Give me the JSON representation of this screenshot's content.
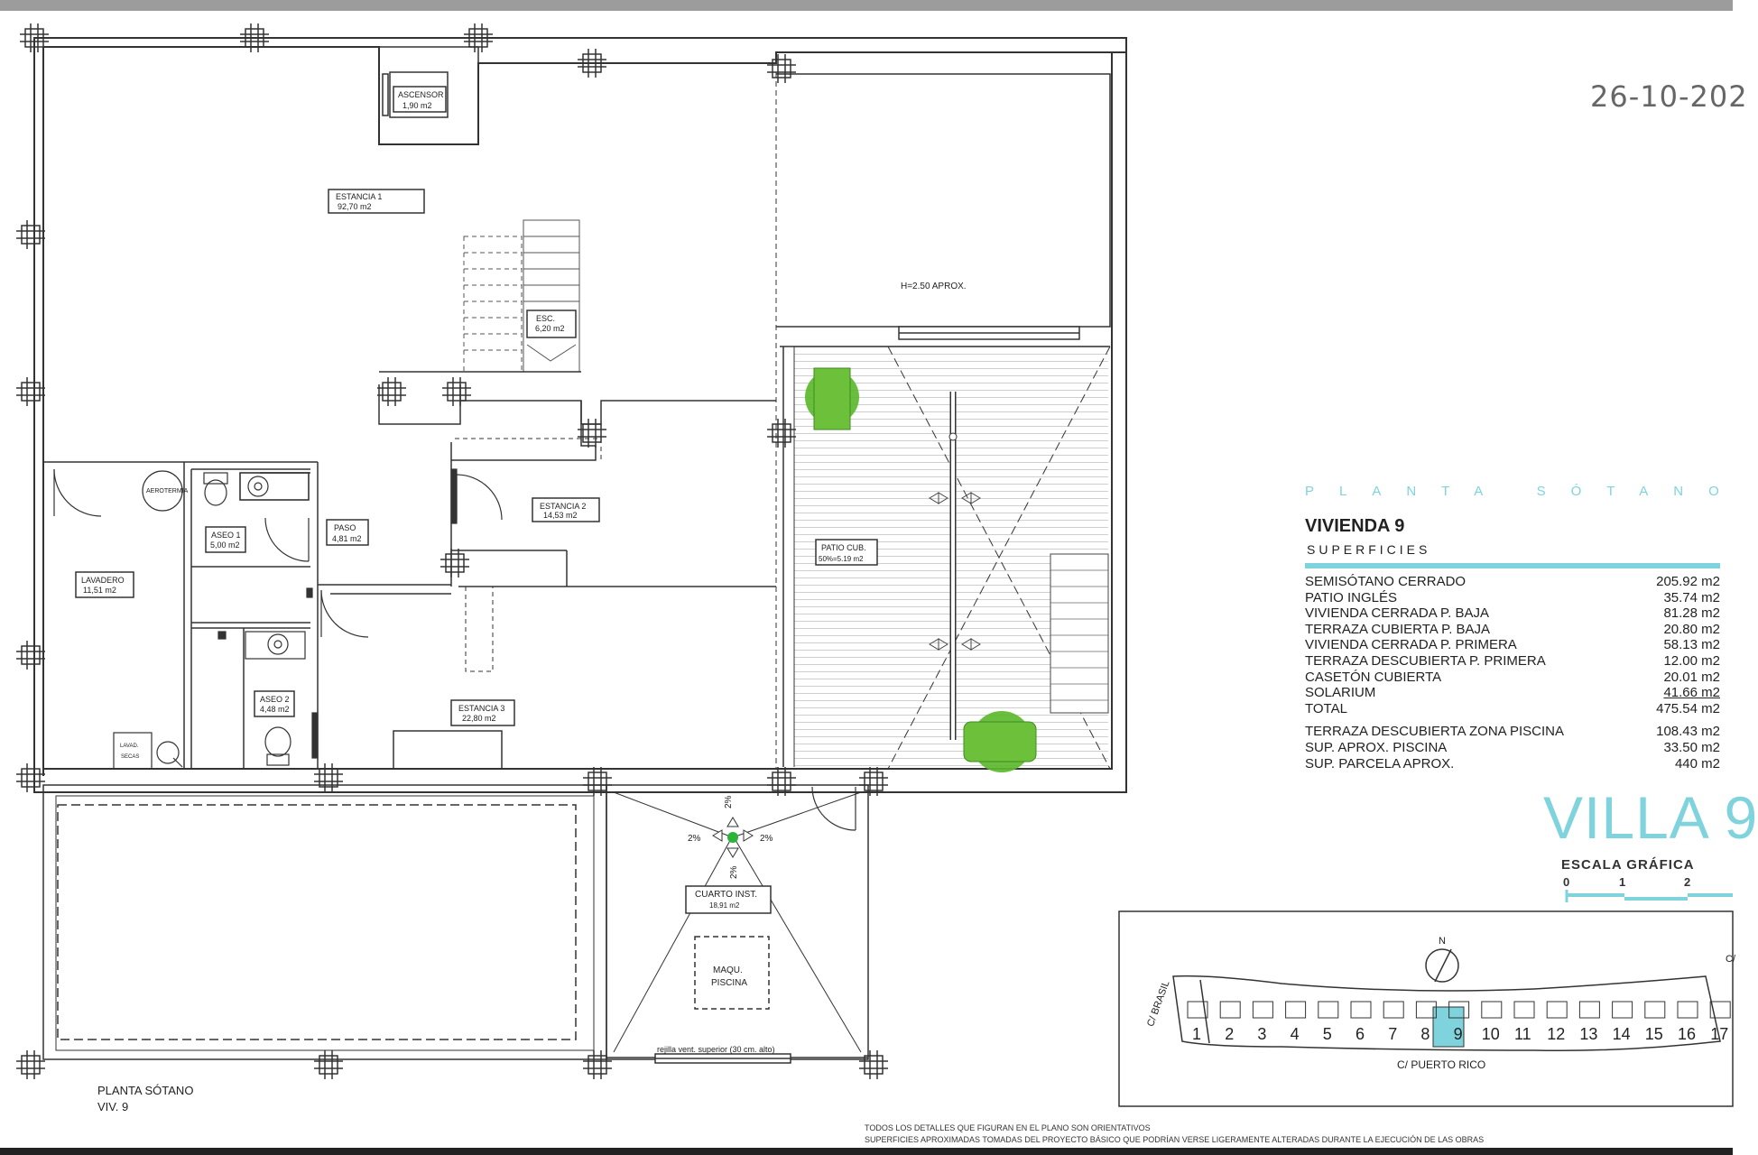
{
  "header": {
    "date": "26-10-202"
  },
  "summary": {
    "planta_title": "PLANTA SÓTANO",
    "vivienda": "VIVIENDA 9",
    "superficies": "SUPERFICIES",
    "rows": [
      {
        "label": "SEMISÓTANO CERRADO",
        "value": "205.92 m2"
      },
      {
        "label": "PATIO INGLÉS",
        "value": "35.74 m2"
      },
      {
        "label": "VIVIENDA CERRADA P. BAJA",
        "value": "81.28 m2"
      },
      {
        "label": "TERRAZA CUBIERTA P. BAJA",
        "value": "20.80 m2"
      },
      {
        "label": "VIVIENDA CERRADA P. PRIMERA",
        "value": "58.13 m2"
      },
      {
        "label": "TERRAZA DESCUBIERTA P. PRIMERA",
        "value": "12.00 m2"
      },
      {
        "label": "CASETÓN CUBIERTA",
        "value": "20.01 m2"
      },
      {
        "label": "SOLARIUM",
        "value": "41.66 m2"
      },
      {
        "label": "TOTAL",
        "value": "475.54 m2"
      }
    ],
    "rows2": [
      {
        "label": "TERRAZA DESCUBIERTA  ZONA PISCINA",
        "value": "108.43 m2"
      },
      {
        "label": "SUP.  APROX.  PISCINA",
        "value": "33.50 m2"
      },
      {
        "label": "SUP. PARCELA APROX.",
        "value": "440 m2"
      }
    ],
    "villa": "VILLA 9",
    "escala": "ESCALA GRÁFICA",
    "scale_ticks": [
      "0",
      "1",
      "2"
    ]
  },
  "rooms": {
    "ascensor": {
      "name": "ASCENSOR",
      "area": "1,90 m2"
    },
    "estancia1": {
      "name": "ESTANCIA  1",
      "area": "92,70 m2"
    },
    "esc": {
      "name": "ESC.",
      "area": "6,20 m2"
    },
    "h_aprox": "H=2.50 APROX.",
    "estancia2": {
      "name": "ESTANCIA 2",
      "area": "14,53 m2"
    },
    "patio": {
      "name": "PATIO CUB.",
      "area": "50%=5.19 m2"
    },
    "paso": {
      "name": "PASO",
      "area": "4,81 m2"
    },
    "aseo1": {
      "name": "ASEO 1",
      "area": "5,00 m2"
    },
    "lavadero": {
      "name": "LAVADERO",
      "area": "11,51 m2"
    },
    "aseo2": {
      "name": "ASEO 2",
      "area": "4,48 m2"
    },
    "estancia3": {
      "name": "ESTANCIA 3",
      "area": "22,80 m2"
    },
    "cuarto": {
      "name": "CUARTO INST.",
      "area": "18,91 m2"
    },
    "maqu": {
      "line1": "MAQU.",
      "line2": "PISCINA"
    },
    "rejilla": "rejilla vent. superior (30 cm. alto)",
    "aerotermia": "AEROTERMIA",
    "lavasecas": {
      "line1": "LAVAD.",
      "line2": "SECAS"
    },
    "slopes": [
      "2%",
      "2%",
      "2%",
      "2%"
    ]
  },
  "plan_label": {
    "line1": "PLANTA SÓTANO",
    "line2": "VIV. 9"
  },
  "notes": {
    "line1": "TODOS LOS DETALLES QUE FIGURAN EN EL PLANO SON ORIENTATIVOS",
    "line2": "SUPERFICIES APROXIMADAS TOMADAS DEL PROYECTO BÁSICO QUE PODRÍAN VERSE LIGERAMENTE ALTERADAS DURANTE LA EJECUCIÓN DE LAS OBRAS"
  },
  "site_map": {
    "north": "N",
    "street_left": "C/ BRASIL",
    "street_bottom": "C/  PUERTO RICO",
    "street_right": "C/",
    "lots": [
      "1",
      "2",
      "3",
      "4",
      "5",
      "6",
      "7",
      "8",
      "9",
      "10",
      "11",
      "12",
      "13",
      "14",
      "15",
      "16",
      "17"
    ],
    "highlight": "9"
  },
  "colors": {
    "accent": "#7fd3dc",
    "vegetation": "#5cb82e",
    "drain": "#2bb43a"
  }
}
